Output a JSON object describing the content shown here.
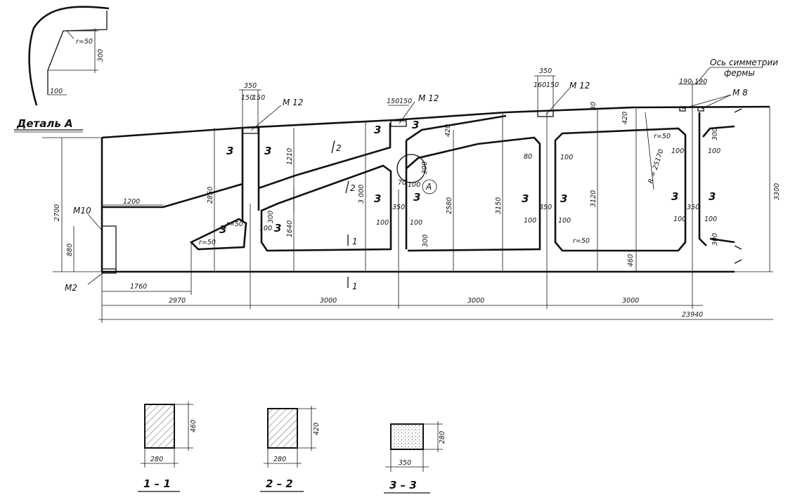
{
  "detail": {
    "title": "Деталь А",
    "r": "r=50",
    "d300": "300",
    "d100": "100"
  },
  "sym_axis": {
    "line1": "Ось симметрии",
    "line2": "фермы"
  },
  "marks": {
    "m12a": "М 12",
    "m12b": "М 12",
    "m12c": "М 12",
    "m8": "М 8",
    "m10": "М10",
    "m2": "М2"
  },
  "circle_label": "А",
  "panels": {
    "p3": "3"
  },
  "cut": {
    "c1": "1",
    "c2": "2"
  },
  "dims": {
    "d350a": "350",
    "d150a": "150",
    "d150b": "150",
    "d150c": "150",
    "d150d": "150",
    "d350b": "350",
    "d160": "160",
    "d150e": "150",
    "d190a": "190",
    "d190b": "190",
    "d1200": "1200",
    "d2700": "2700",
    "d880": "880",
    "d1760": "1760",
    "d2970": "2970",
    "d3000a": "3000",
    "d3000b": "3000",
    "d3000c": "3000",
    "d23940": "23940",
    "d3300": "3300",
    "d2850": "2850",
    "d1210": "1210",
    "d1640": "1640",
    "d3000v": "3 000",
    "d2580": "2580",
    "d3150": "3150",
    "d3120": "3120",
    "d420a": "420",
    "d420b": "420",
    "d30": "30",
    "d70": "70",
    "d100x": "100",
    "d300c": "300",
    "d350c": "350",
    "d350d": "350",
    "d350e": "350",
    "d100a": "100",
    "d100b": "100",
    "d100c": "100",
    "d100d": "100",
    "d100e": "100",
    "d100f": "100",
    "d100g": "100",
    "d100h": "100",
    "d100i": "100",
    "d100j": "100",
    "d80": "80",
    "d300a": "300",
    "d300b": "300",
    "d300r1": "300",
    "d300r2": "300",
    "d460": "460",
    "r50a": "r=50",
    "r50b": "r=50",
    "r50c": "r=50",
    "r50d": "r=50",
    "R": "R = 25170"
  },
  "sections": {
    "s1": {
      "title": "1 – 1",
      "w": "280",
      "h": "460"
    },
    "s2": {
      "title": "2 – 2",
      "w": "280",
      "h": "420"
    },
    "s3": {
      "title": "3 – 3",
      "w": "350",
      "h": "280"
    }
  }
}
